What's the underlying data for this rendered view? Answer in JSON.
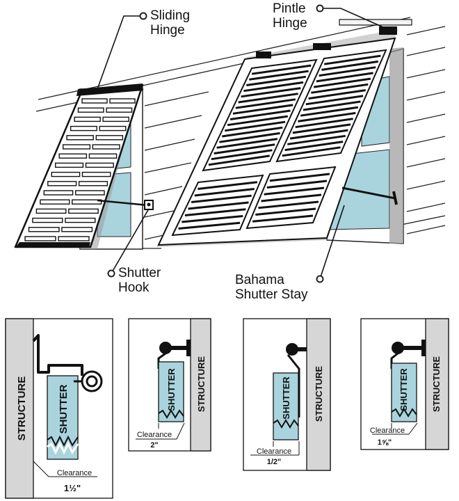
{
  "callouts": {
    "sliding_hinge": [
      "Sliding",
      "Hinge"
    ],
    "pintle_hinge": [
      "Pintle",
      "Hinge"
    ],
    "shutter_hook": [
      "Shutter",
      "Hook"
    ],
    "bahama_stay": [
      "Bahama",
      "Shutter Stay"
    ]
  },
  "details": [
    {
      "structure": "STRUCTURE",
      "shutter": "SHUTTER",
      "clearance_label": "Clearance",
      "clearance_value": "1½\""
    },
    {
      "structure": "STRUCTURE",
      "shutter": "SHUTTER",
      "clearance_label": "Clearance",
      "clearance_value": "2\""
    },
    {
      "structure": "STRUCTURE",
      "shutter": "SHUTTER",
      "clearance_label": "Clearance",
      "clearance_value": "1/2\""
    },
    {
      "structure": "STRUCTURE",
      "shutter": "SHUTTER",
      "clearance_label": "Clearance",
      "clearance_value": "1⅝\""
    }
  ],
  "colors": {
    "glass": "#a9d4de",
    "structure_gray": "#d6d6d6",
    "line": "#111111",
    "shadow": "#9a9a9a"
  }
}
